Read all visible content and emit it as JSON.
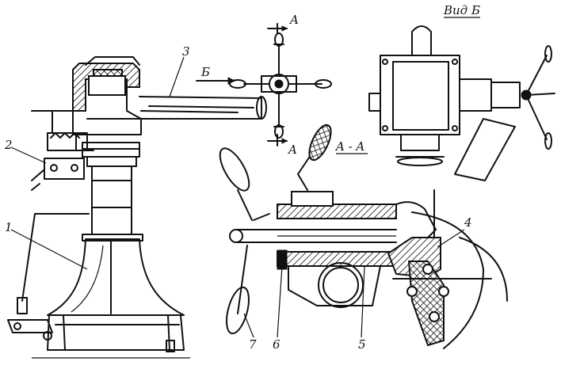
{
  "labels": {
    "part1": "1",
    "part2": "2",
    "part3": "3",
    "part4": "4",
    "part5": "5",
    "part6": "6",
    "part7": "7",
    "section_a_top": "A",
    "section_a_bottom": "A",
    "view_b_arrow": "Б",
    "view_b_title": "Вид Б",
    "section_title": "A - A"
  }
}
